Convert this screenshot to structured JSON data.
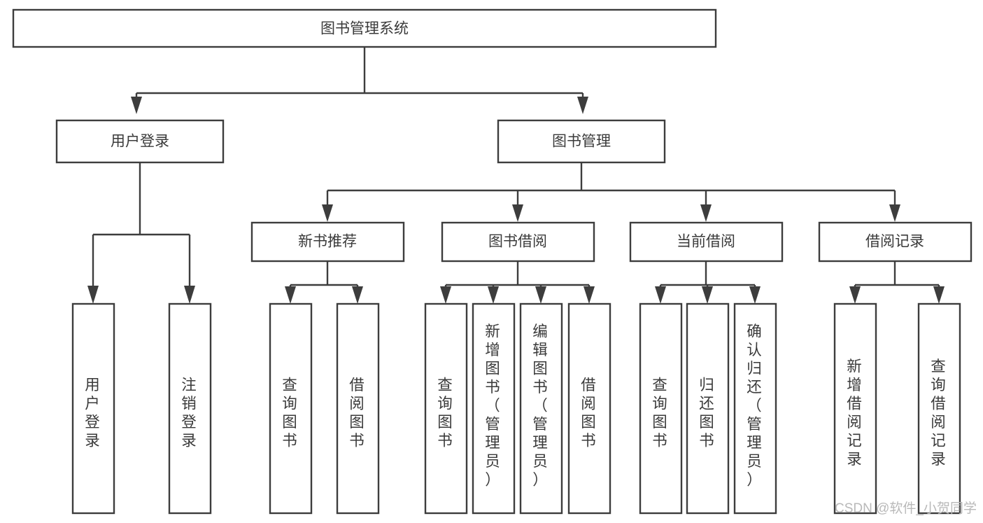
{
  "diagram": {
    "title_node": {
      "label": "图书管理系统"
    },
    "level2": [
      {
        "id": "user-login",
        "label": "用户登录"
      },
      {
        "id": "book-management",
        "label": "图书管理"
      }
    ],
    "level3": [
      {
        "id": "new-book-recommend",
        "label": "新书推荐"
      },
      {
        "id": "book-borrow",
        "label": "图书借阅"
      },
      {
        "id": "current-borrow",
        "label": "当前借阅"
      },
      {
        "id": "borrow-record",
        "label": "借阅记录"
      }
    ],
    "leaves": {
      "user-login": [
        {
          "id": "leaf-user-login",
          "label": "用户登录"
        },
        {
          "id": "leaf-logout-login",
          "label": "注销登录"
        }
      ],
      "new-book-recommend": [
        {
          "id": "leaf-query-book-1",
          "label": "查询图书"
        },
        {
          "id": "leaf-borrow-book-1",
          "label": "借阅图书"
        }
      ],
      "book-borrow": [
        {
          "id": "leaf-query-book-2",
          "label": "查询图书"
        },
        {
          "id": "leaf-add-book",
          "label": "新增图书（管理员）"
        },
        {
          "id": "leaf-edit-book",
          "label": "编辑图书（管理员）"
        },
        {
          "id": "leaf-borrow-book-2",
          "label": "借阅图书"
        }
      ],
      "current-borrow": [
        {
          "id": "leaf-query-book-3",
          "label": "查询图书"
        },
        {
          "id": "leaf-return-book",
          "label": "归还图书"
        },
        {
          "id": "leaf-confirm-return",
          "label": "确认归还（管理员）"
        }
      ],
      "borrow-record": [
        {
          "id": "leaf-add-record",
          "label": "新增借阅记录"
        },
        {
          "id": "leaf-query-record",
          "label": "查询借阅记录"
        }
      ]
    },
    "watermark": "CSDN @软件_小贺同学",
    "colors": {
      "stroke": "#3d3d3d",
      "text": "#3a3a3a",
      "background": "#ffffff",
      "watermark": "#b9b9b9"
    }
  }
}
